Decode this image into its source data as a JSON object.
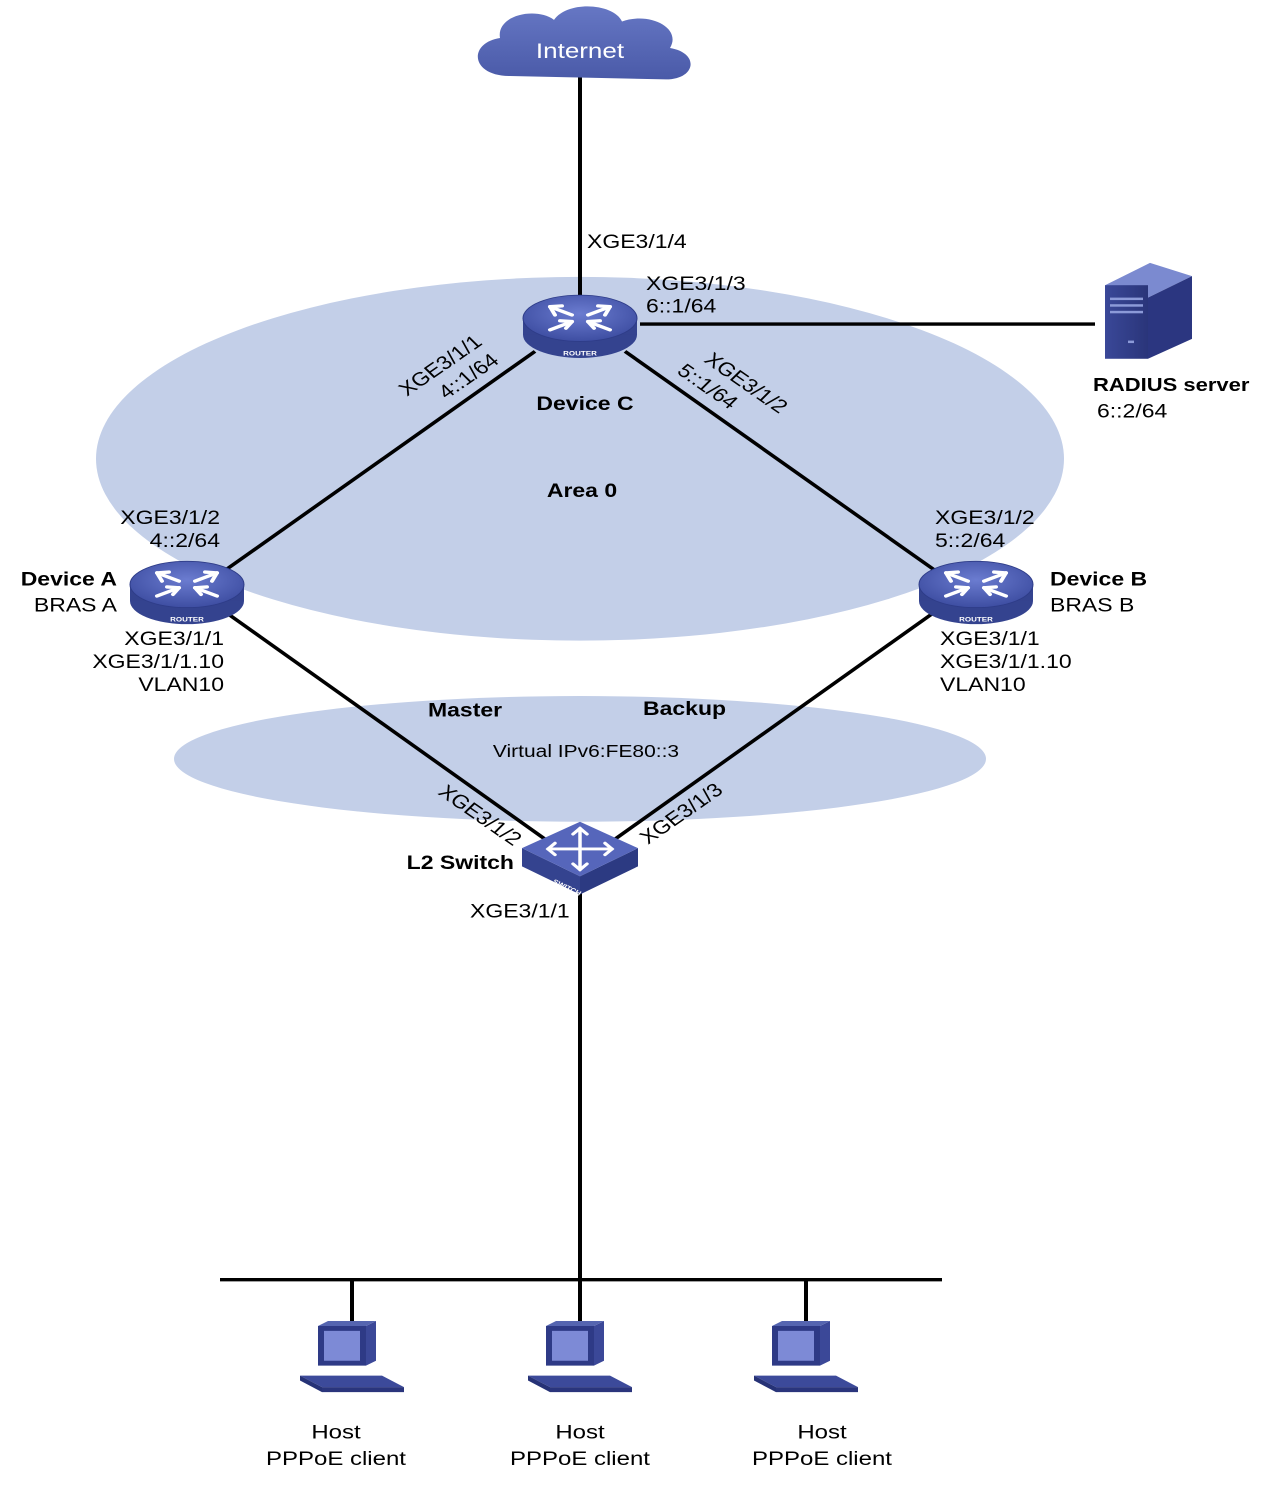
{
  "colors": {
    "area": "#c3cfe8",
    "device_blue": "#3f4fa3",
    "device_top": "#5a6bbf",
    "cloud": "#5565b0",
    "link": "#000000"
  },
  "internet": {
    "label": "Internet",
    "icon": "cloud-icon"
  },
  "device_c": {
    "name": "Device C",
    "icon_text": "ROUTER",
    "icon": "router-icon",
    "uplink_port": "XGE3/1/4",
    "server_port": "XGE3/1/3",
    "server_ip": "6::1/64",
    "port_to_a": "XGE3/1/1",
    "ip_to_a": "4::1/64",
    "port_to_b": "XGE3/1/2",
    "ip_to_b": "5::1/64"
  },
  "radius": {
    "name": "RADIUS server",
    "ip": "6::2/64",
    "icon": "server-icon"
  },
  "area0": {
    "label": "Area 0"
  },
  "device_a": {
    "name": "Device A",
    "role": "BRAS A",
    "icon_text": "ROUTER",
    "icon": "router-icon",
    "up_port": "XGE3/1/2",
    "up_ip": "4::2/64",
    "down_port": "XGE3/1/1",
    "sub_port": "XGE3/1/1.10",
    "vlan": "VLAN10"
  },
  "device_b": {
    "name": "Device B",
    "role": "BRAS B",
    "icon_text": "ROUTER",
    "icon": "router-icon",
    "up_port": "XGE3/1/2",
    "up_ip": "5::2/64",
    "down_port": "XGE3/1/1",
    "sub_port": "XGE3/1/1.10",
    "vlan": "VLAN10"
  },
  "vrrp": {
    "master": "Master",
    "backup": "Backup",
    "virtual_ip": "Virtual IPv6:FE80::3"
  },
  "switch": {
    "name": "L2 Switch",
    "icon_text": "SWITCH",
    "icon": "switch-icon",
    "port_to_a": "XGE3/1/2",
    "port_to_b": "XGE3/1/3",
    "down_port": "XGE3/1/1"
  },
  "hosts": [
    {
      "line1": "Host",
      "line2": "PPPoE client",
      "icon": "pc-icon"
    },
    {
      "line1": "Host",
      "line2": "PPPoE client",
      "icon": "pc-icon"
    },
    {
      "line1": "Host",
      "line2": "PPPoE client",
      "icon": "pc-icon"
    }
  ]
}
